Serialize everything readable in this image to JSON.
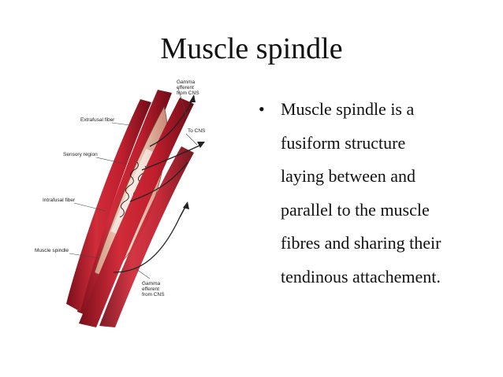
{
  "slide": {
    "title": "Muscle spindle",
    "bullet_lines": [
      "Muscle spindle is a",
      "fusiform structure",
      "laying between and",
      "parallel to the muscle",
      "fibres and sharing their",
      "tendinous attachement."
    ]
  },
  "diagram": {
    "labels": {
      "gamma_top_1": "Gamma",
      "gamma_top_2": "efferent",
      "gamma_top_3": "from CNS",
      "extrafusal": "Extrafusal fiber",
      "to_cns": "To CNS",
      "sensory": "Sensory region",
      "intrafusal": "Intrafusal fiber",
      "muscle_spindle": "Muscle spindle",
      "gamma_bottom_1": "Gamma",
      "gamma_bottom_2": "efferent",
      "gamma_bottom_3": "from CNS"
    },
    "colors": {
      "fiber": "#b8202e",
      "fiber_dark": "#7a0f1a",
      "spindle_sheath": "#e6b8a0",
      "nerve": "#222222"
    }
  }
}
